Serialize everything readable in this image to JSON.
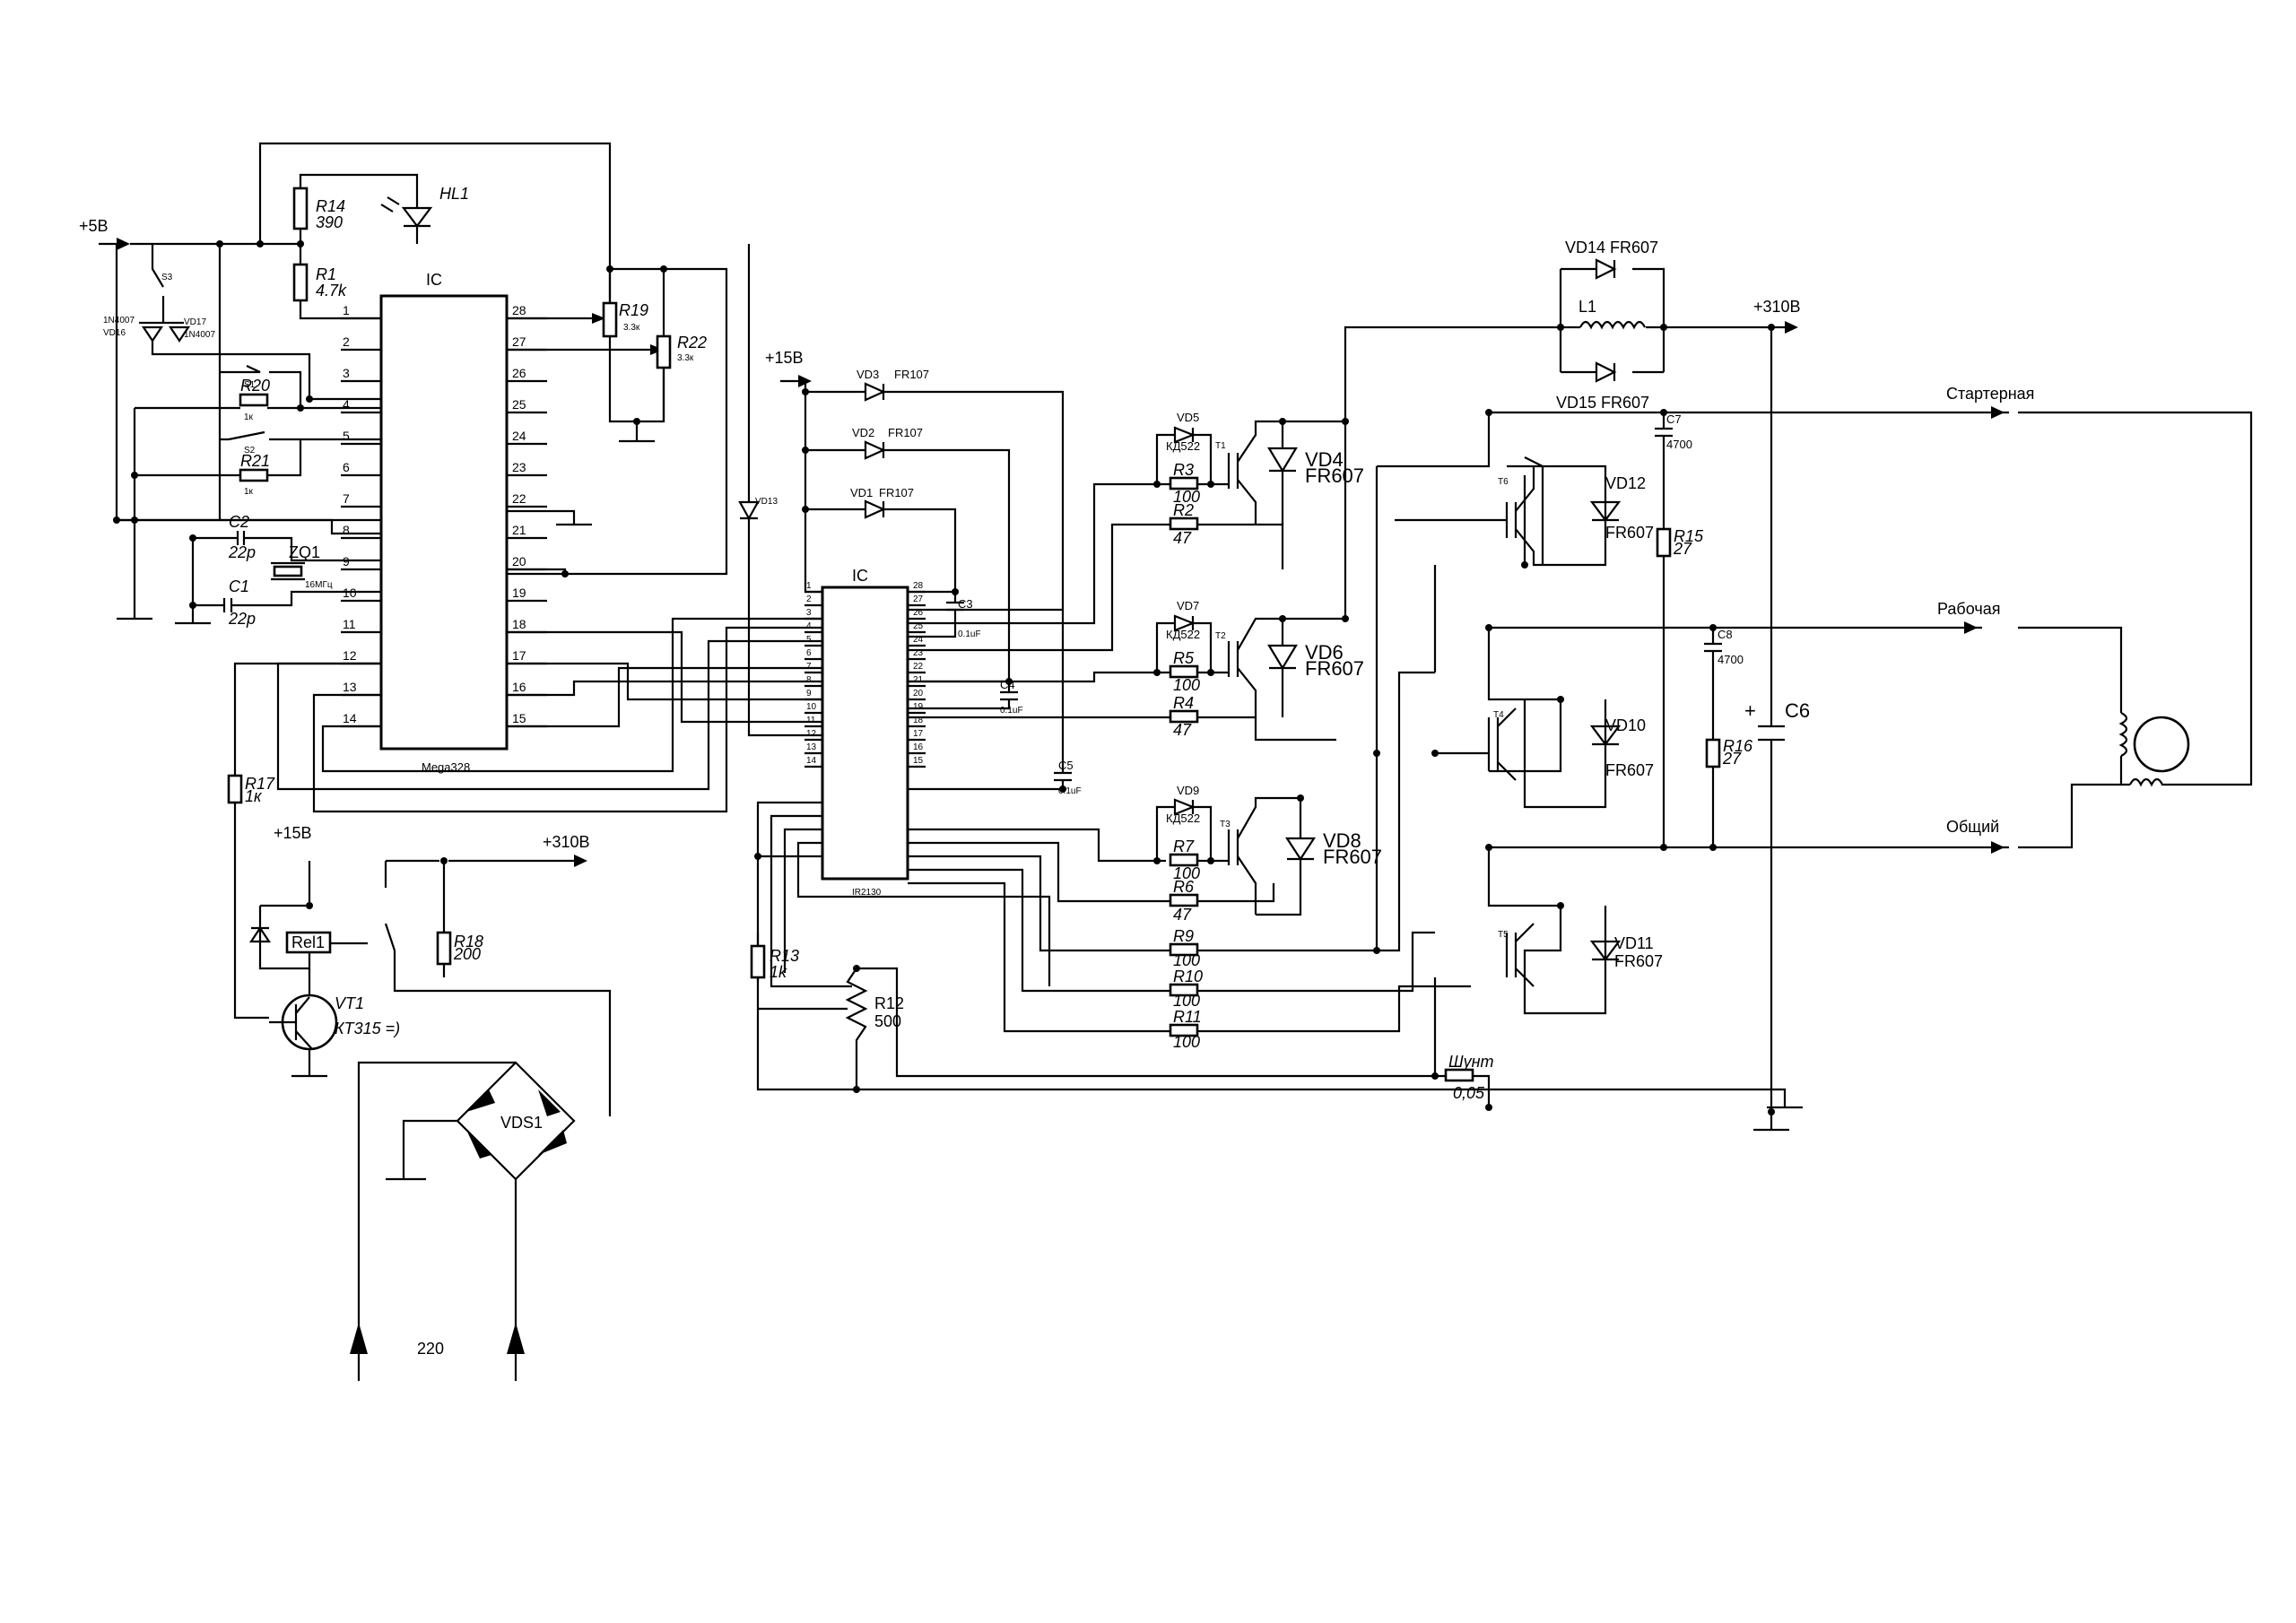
{
  "mcu": {
    "ref": "IC",
    "name": "Mega328",
    "pins_left": [
      "1",
      "2",
      "3",
      "4",
      "5",
      "6",
      "7",
      "8",
      "9",
      "10",
      "11",
      "12",
      "13",
      "14"
    ],
    "pins_right": [
      "28",
      "27",
      "26",
      "25",
      "24",
      "23",
      "22",
      "21",
      "20",
      "19",
      "18",
      "17",
      "16",
      "15"
    ]
  },
  "driver": {
    "ref": "IC",
    "name": "IR2130",
    "pins_left": [
      "1",
      "2",
      "3",
      "4",
      "5",
      "6",
      "7",
      "8",
      "9",
      "10",
      "11",
      "12",
      "13",
      "14"
    ],
    "pins_right": [
      "28",
      "27",
      "26",
      "25",
      "24",
      "23",
      "22",
      "21",
      "20",
      "19",
      "18",
      "17",
      "16",
      "15"
    ]
  },
  "rails": {
    "p5v": "+5В",
    "p15v_a": "+15В",
    "p15v_b": "+15В",
    "p310v_a": "+310В",
    "p310v_b": "+310В",
    "ac220": "220"
  },
  "outputs": {
    "start": "Стартерная",
    "work": "Рабочая",
    "common": "Общий"
  },
  "parts": {
    "r14": {
      "ref": "R14",
      "val": "390"
    },
    "r1": {
      "ref": "R1",
      "val": "4.7k"
    },
    "hl1": {
      "ref": "HL1"
    },
    "r19": {
      "ref": "R19",
      "val": "3.3к"
    },
    "r22": {
      "ref": "R22",
      "val": "3.3к"
    },
    "r20": {
      "ref": "R20",
      "val": "1к"
    },
    "r21": {
      "ref": "R21",
      "val": "1к"
    },
    "s1": "S1",
    "s2": "S2",
    "s3": "S3",
    "vd16": {
      "ref": "VD16",
      "val": "1N4007"
    },
    "vd17": {
      "ref": "VD17",
      "val": "1N4007"
    },
    "c1": {
      "ref": "C1",
      "val": "22p"
    },
    "c2": {
      "ref": "C2",
      "val": "22p"
    },
    "zq1": {
      "ref": "ZQ1",
      "val": "16МГц"
    },
    "vd13": "VD13",
    "r17": {
      "ref": "R17",
      "val": "1к"
    },
    "rel1": "Rel1",
    "r18": {
      "ref": "R18",
      "val": "200"
    },
    "vt1": {
      "ref": "VT1",
      "val": "КТ315 =)"
    },
    "vds1": "VDS1",
    "vd1": {
      "ref": "VD1",
      "val": "FR107"
    },
    "vd2": {
      "ref": "VD2",
      "val": "FR107"
    },
    "vd3": {
      "ref": "VD3",
      "val": "FR107"
    },
    "c3": {
      "ref": "C3",
      "val": "0.1uF"
    },
    "c4": {
      "ref": "C4",
      "val": "0.1uF"
    },
    "c5": {
      "ref": "C5",
      "val": "0.1uF"
    },
    "r13": {
      "ref": "R13",
      "val": "1k"
    },
    "r12": {
      "ref": "R12",
      "val": "500"
    },
    "vd5": {
      "ref": "VD5",
      "val": "КД522"
    },
    "vd7": {
      "ref": "VD7",
      "val": "КД522"
    },
    "vd9": {
      "ref": "VD9",
      "val": "КД522"
    },
    "r3": {
      "ref": "R3",
      "val": "100"
    },
    "r2": {
      "ref": "R2",
      "val": "47"
    },
    "r5": {
      "ref": "R5",
      "val": "100"
    },
    "r4": {
      "ref": "R4",
      "val": "47"
    },
    "r7": {
      "ref": "R7",
      "val": "100"
    },
    "r6": {
      "ref": "R6",
      "val": "47"
    },
    "r9": {
      "ref": "R9",
      "val": "100"
    },
    "r10": {
      "ref": "R10",
      "val": "100"
    },
    "r11": {
      "ref": "R11",
      "val": "100"
    },
    "t1": "T1",
    "t2": "T2",
    "t3": "T3",
    "t4": "T4",
    "t5": "T5",
    "t6": "T6",
    "vd4": {
      "ref": "VD4",
      "val": "FR607"
    },
    "vd6": {
      "ref": "VD6",
      "val": "FR607"
    },
    "vd8": {
      "ref": "VD8",
      "val": "FR607"
    },
    "vd10": {
      "ref": "VD10",
      "val": "FR607"
    },
    "vd11": {
      "ref": "VD11",
      "val": "FR607"
    },
    "vd12": {
      "ref": "VD12",
      "val": "FR607"
    },
    "vd14": {
      "ref": "VD14 FR607"
    },
    "vd15": {
      "ref": "VD15 FR607"
    },
    "l1": "L1",
    "c6": {
      "ref": "C6",
      "pol": "+"
    },
    "c7": {
      "ref": "C7",
      "val": "4700"
    },
    "c8": {
      "ref": "C8",
      "val": "4700"
    },
    "r15": {
      "ref": "R15",
      "val": "27"
    },
    "r16": {
      "ref": "R16",
      "val": "27"
    },
    "shunt": {
      "ref": "Шунт",
      "val": "0,05"
    }
  }
}
